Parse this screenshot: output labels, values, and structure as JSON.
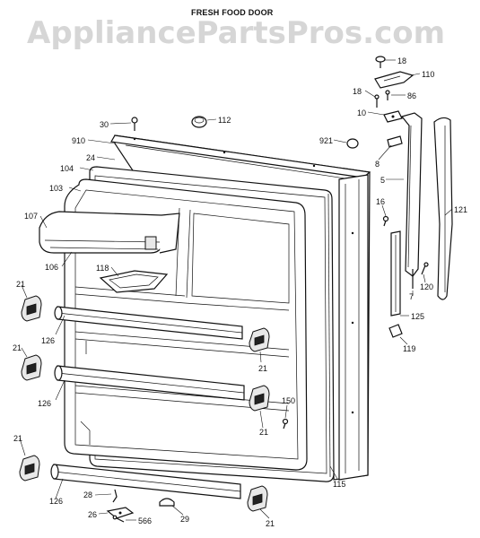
{
  "header": {
    "title": "FRESH FOOD DOOR",
    "watermark": "AppliancePartsPros.com"
  },
  "callouts": [
    {
      "id": "c-18a",
      "label": "18"
    },
    {
      "id": "c-110",
      "label": "110"
    },
    {
      "id": "c-18b",
      "label": "18"
    },
    {
      "id": "c-86",
      "label": "86"
    },
    {
      "id": "c-10",
      "label": "10"
    },
    {
      "id": "c-30",
      "label": "30"
    },
    {
      "id": "c-112",
      "label": "112"
    },
    {
      "id": "c-910",
      "label": "910"
    },
    {
      "id": "c-921",
      "label": "921"
    },
    {
      "id": "c-24",
      "label": "24"
    },
    {
      "id": "c-8",
      "label": "8"
    },
    {
      "id": "c-104",
      "label": "104"
    },
    {
      "id": "c-5",
      "label": "5"
    },
    {
      "id": "c-103",
      "label": "103"
    },
    {
      "id": "c-16",
      "label": "16"
    },
    {
      "id": "c-121",
      "label": "121"
    },
    {
      "id": "c-107",
      "label": "107"
    },
    {
      "id": "c-106",
      "label": "106"
    },
    {
      "id": "c-118",
      "label": "118"
    },
    {
      "id": "c-7",
      "label": "7"
    },
    {
      "id": "c-120",
      "label": "120"
    },
    {
      "id": "c-21a",
      "label": "21"
    },
    {
      "id": "c-125",
      "label": "125"
    },
    {
      "id": "c-126a",
      "label": "126"
    },
    {
      "id": "c-119",
      "label": "119"
    },
    {
      "id": "c-21b",
      "label": "21"
    },
    {
      "id": "c-21c",
      "label": "21"
    },
    {
      "id": "c-126b",
      "label": "126"
    },
    {
      "id": "c-150",
      "label": "150"
    },
    {
      "id": "c-21d",
      "label": "21"
    },
    {
      "id": "c-21e",
      "label": "21"
    },
    {
      "id": "c-115",
      "label": "115"
    },
    {
      "id": "c-126c",
      "label": "126"
    },
    {
      "id": "c-28",
      "label": "28"
    },
    {
      "id": "c-26",
      "label": "26"
    },
    {
      "id": "c-566",
      "label": "566"
    },
    {
      "id": "c-29",
      "label": "29"
    },
    {
      "id": "c-21f",
      "label": "21"
    }
  ]
}
